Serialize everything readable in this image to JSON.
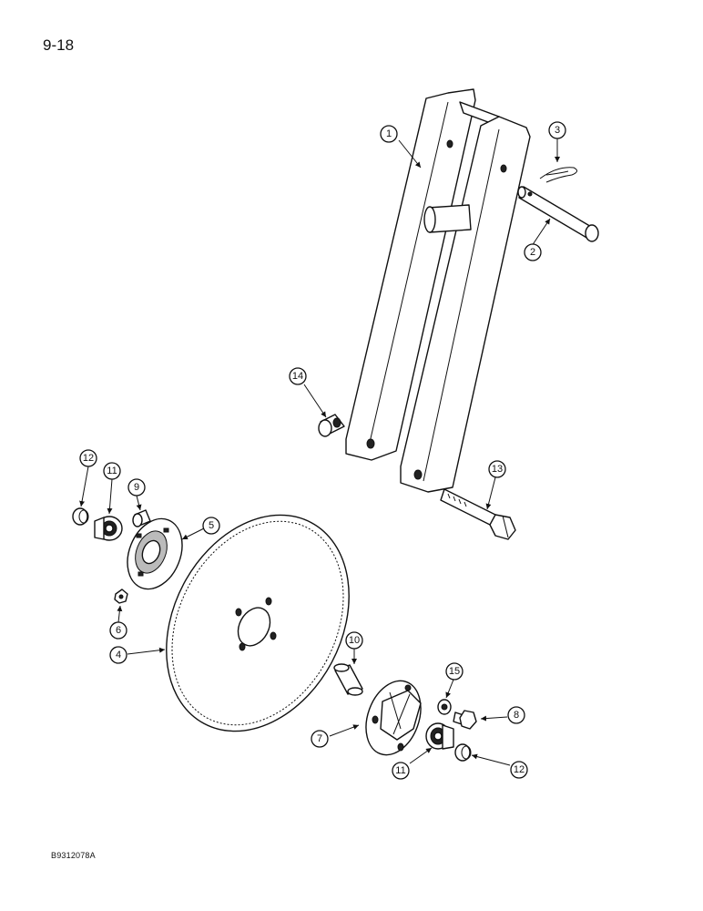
{
  "page_number": "9-18",
  "document_code": "B9312078A",
  "callouts": [
    {
      "id": "c1",
      "label": "1"
    },
    {
      "id": "c2",
      "label": "2"
    },
    {
      "id": "c3",
      "label": "3"
    },
    {
      "id": "c4",
      "label": "4"
    },
    {
      "id": "c5",
      "label": "5"
    },
    {
      "id": "c6",
      "label": "6"
    },
    {
      "id": "c7",
      "label": "7"
    },
    {
      "id": "c8",
      "label": "8"
    },
    {
      "id": "c9",
      "label": "9"
    },
    {
      "id": "c10",
      "label": "10"
    },
    {
      "id": "c11a",
      "label": "11"
    },
    {
      "id": "c11b",
      "label": "11"
    },
    {
      "id": "c12a",
      "label": "12"
    },
    {
      "id": "c12b",
      "label": "12"
    },
    {
      "id": "c13",
      "label": "13"
    },
    {
      "id": "c14",
      "label": "14"
    },
    {
      "id": "c15",
      "label": "15"
    }
  ]
}
